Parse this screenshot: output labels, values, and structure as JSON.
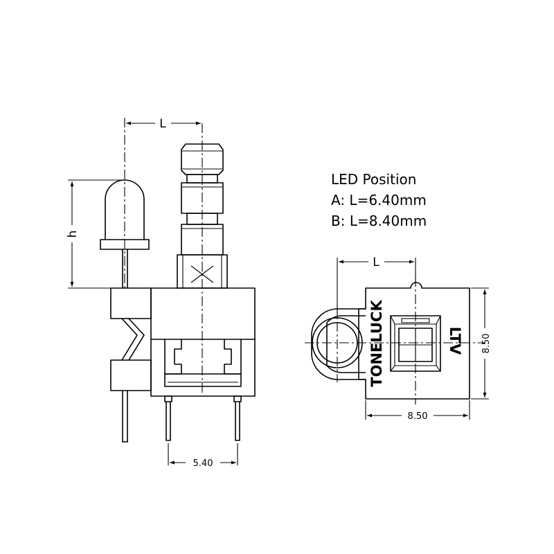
{
  "led_position": {
    "title": "LED Position",
    "option_a": "A: L=6.40mm",
    "option_b": "B: L=8.40mm"
  },
  "dimensions": {
    "led_offset_side": "L",
    "led_height": "h",
    "pin_spacing": "5.40",
    "led_offset_top": "L",
    "body_width": "8.50",
    "body_height": "8.50"
  },
  "markings": {
    "brand": "TONELUCK",
    "model": "LTV"
  }
}
